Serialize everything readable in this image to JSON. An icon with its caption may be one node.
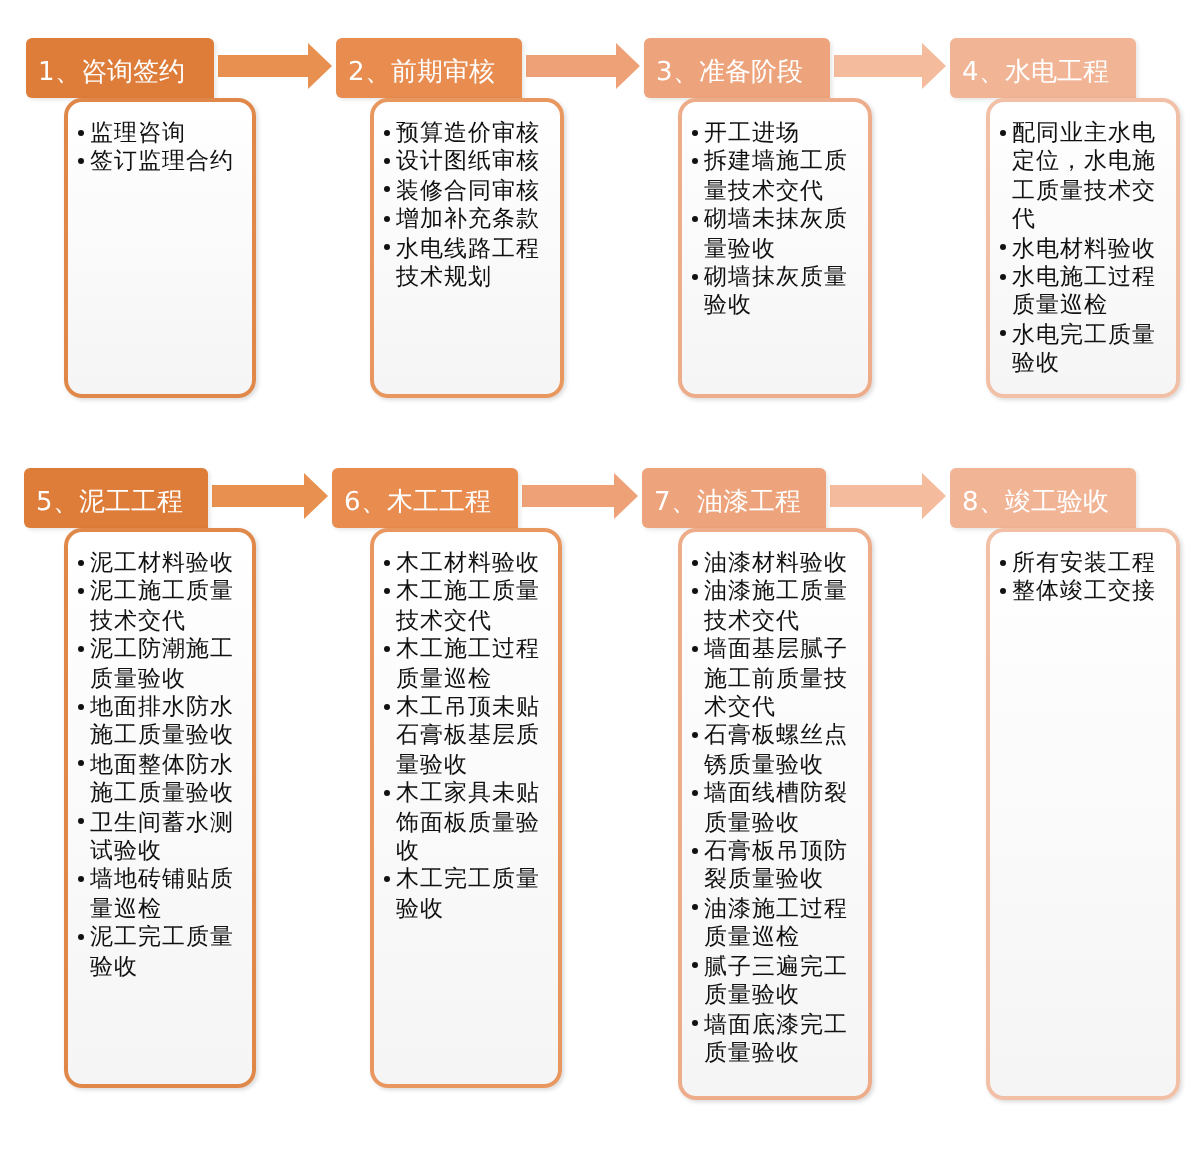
{
  "diagram": {
    "nodes": [
      {
        "text": [
          "1、咨询签约"
        ]
      },
      {
        "text": [
          "监理咨询",
          "签订监理合约"
        ]
      },
      {
        "text": [
          "2、前期审核"
        ]
      },
      {
        "text": [
          "预算造价审核",
          "设计图纸审核",
          "装修合同审核",
          "增加补充条款",
          "水电线路工程技术规划"
        ]
      },
      {
        "text": [
          "3、准备阶段"
        ]
      },
      {
        "text": [
          "开工进场",
          "拆建墙施工质量技术交代",
          "砌墙未抹灰质量验收",
          "砌墙抹灰质量验收"
        ]
      },
      {
        "text": [
          "4、水电工程"
        ]
      },
      {
        "text": [
          "配同业主水电定位，水电施工质量技术交代",
          "水电材料验收",
          "水电施工过程质量巡检",
          "水电完工质量验收"
        ]
      },
      {
        "text": [
          "5、泥工工程"
        ]
      },
      {
        "text": [
          "泥工材料验收",
          "泥工施工质量技术交代",
          "泥工防潮施工质量验收",
          "地面排水防水施工质量验收",
          "地面整体防水施工质量验收",
          "卫生间蓄水测试验收",
          "墙地砖铺贴质量巡检",
          "泥工完工质量验收"
        ]
      },
      {
        "text": [
          "6、木工工程"
        ]
      },
      {
        "text": [
          "木工材料验收",
          "木工施工质量技术交代",
          "木工施工过程质量巡检",
          "木工吊顶未贴石膏板基层质量验收",
          "木工家具未贴饰面板质量验收",
          "木工完工质量验收"
        ]
      },
      {
        "text": [
          "7、油漆工程"
        ]
      },
      {
        "text": [
          "油漆材料验收",
          "油漆施工质量技术交代",
          "墙面基层腻子施工前质量技术交代",
          "石膏板螺丝点锈质量验收",
          "墙面线槽防裂质量验收",
          "石膏板吊顶防裂质量验收",
          "油漆施工过程质量巡检",
          "腻子三遍完工质量验收",
          "墙面底漆完工质量验收"
        ]
      },
      {
        "text": [
          "8、竣工验收"
        ]
      },
      {
        "text": [
          "所有安装工程",
          "整体竣工交接"
        ]
      }
    ],
    "edges": [
      {
        "from": 0,
        "to": 2,
        "arrow": "to",
        "color": "#e8904f"
      },
      {
        "from": 2,
        "to": 4,
        "arrow": "to",
        "color": "#eea176"
      },
      {
        "from": 4,
        "to": 6,
        "arrow": "to",
        "color": "#f4bb9d"
      },
      {
        "from": 8,
        "to": 10,
        "arrow": "to",
        "color": "#e8904f"
      },
      {
        "from": 10,
        "to": 12,
        "arrow": "to",
        "color": "#eea176"
      },
      {
        "from": 12,
        "to": 14,
        "arrow": "to",
        "color": "#f4bb9d"
      }
    ]
  }
}
